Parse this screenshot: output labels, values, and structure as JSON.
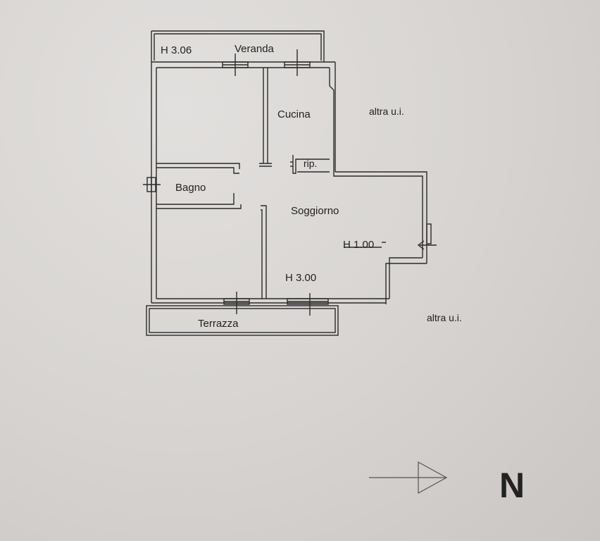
{
  "rooms": {
    "veranda": "Veranda",
    "cucina": "Cucina",
    "rip": "rip.",
    "bagno": "Bagno",
    "soggiorno": "Soggiorno",
    "terrazza": "Terrazza"
  },
  "heights": {
    "veranda": "H 3.06",
    "soggiorno_low": "H 1.00",
    "soggiorno": "H 3.00"
  },
  "neighbors": {
    "right": "altra u.i.",
    "bottom_right": "altra u.i."
  },
  "compass": {
    "label": "N"
  },
  "colors": {
    "wall": "#2b2b2b",
    "background": "#d8d5d2"
  }
}
